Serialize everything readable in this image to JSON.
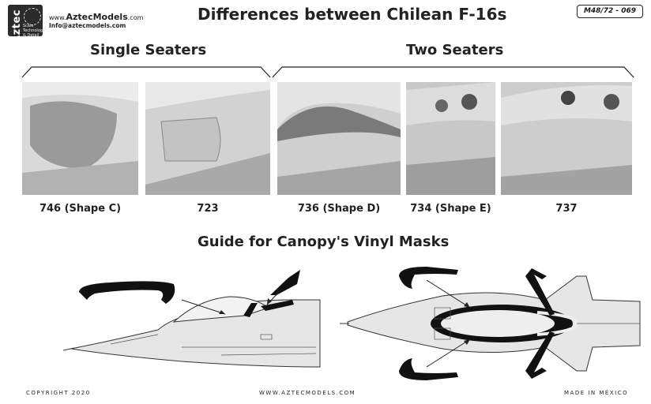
{
  "header": {
    "logo_text": "Aztec",
    "logo_tagline": "Scale Technology & Detail",
    "website_prefix": "www.",
    "website_brand": "AztecModels",
    "website_suffix": ".com",
    "email": "Info@aztecmodels.com",
    "title": "Differences between Chilean F-16s",
    "product_code": "M48/72 - 069"
  },
  "sections": {
    "single": "Single Seaters",
    "two": "Two Seaters"
  },
  "photos": [
    {
      "caption": "746 (Shape C)"
    },
    {
      "caption": "723"
    },
    {
      "caption": "736 (Shape D)"
    },
    {
      "caption": "734 (Shape E)"
    },
    {
      "caption": "737"
    }
  ],
  "guide_title": "Guide for Canopy's Vinyl Masks",
  "footer": {
    "copyright": "COPYRIGHT 2020",
    "website": "WWW.AZTECMODELS.COM",
    "made_in": "MADE IN MÉXICO"
  },
  "colors": {
    "ink": "#1a1a1a",
    "photo_gray": "#bdbdbd",
    "aircraft_fill": "#e6e6e6"
  }
}
